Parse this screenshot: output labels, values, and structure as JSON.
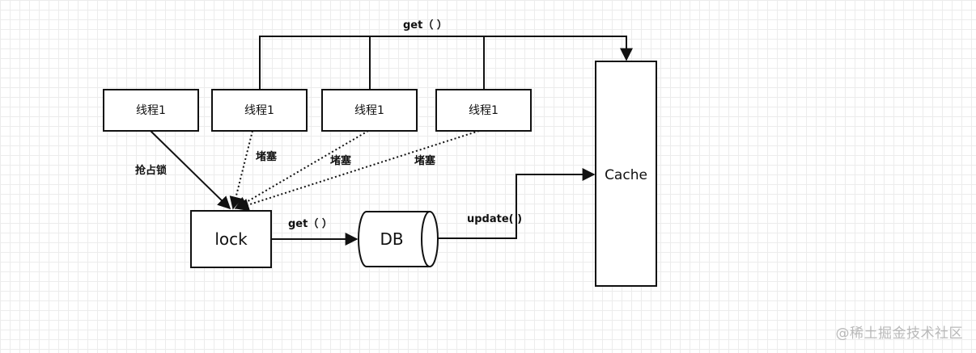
{
  "diagram": {
    "nodes": {
      "thread_1": {
        "label": "线程1"
      },
      "thread_2": {
        "label": "线程1"
      },
      "thread_3": {
        "label": "线程1"
      },
      "thread_4": {
        "label": "线程1"
      },
      "lock": {
        "label": "lock"
      },
      "db": {
        "label": "DB"
      },
      "cache": {
        "label": "Cache"
      }
    },
    "edges": {
      "threads_to_cache": {
        "label": "get（ ）"
      },
      "thread_1_to_lock": {
        "label": "抢占锁"
      },
      "thread_2_to_lock": {
        "label": "堵塞"
      },
      "thread_3_to_lock": {
        "label": "堵塞"
      },
      "thread_4_to_lock": {
        "label": "堵塞"
      },
      "lock_to_db": {
        "label": "get（ ）"
      },
      "db_to_cache": {
        "label": "update( )"
      }
    }
  },
  "watermark": {
    "text": "@稀土掘金技术社区"
  },
  "colors": {
    "stroke": "#111111",
    "grid": "#ececec",
    "background": "#ffffff",
    "watermark": "#b9b9b9"
  }
}
